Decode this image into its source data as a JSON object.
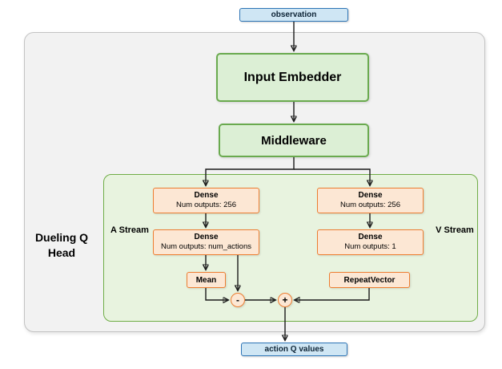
{
  "colors": {
    "blue_fill": "#cfe6f4",
    "blue_border": "#2e75b6",
    "green_fill": "#dcefd5",
    "green_border": "#6aaa4f",
    "head_fill": "#e8f3df",
    "head_border": "#70ad47",
    "orange_fill": "#fce7d4",
    "orange_border": "#ed7d31",
    "container_fill": "#f2f2f2",
    "container_border": "#c3c3c3",
    "arrow_color": "#1a1a1a"
  },
  "nodes": {
    "observation": {
      "label": "observation"
    },
    "input_embedder": {
      "label": "Input Embedder"
    },
    "middleware": {
      "label": "Middleware"
    },
    "head": {
      "title": "Dueling Q Head",
      "a_stream": "A Stream",
      "v_stream": "V Stream",
      "dense_a1": {
        "title": "Dense",
        "subtitle": "Num outputs: 256"
      },
      "dense_a2": {
        "title": "Dense",
        "subtitle": "Num outputs: num_actions"
      },
      "dense_v1": {
        "title": "Dense",
        "subtitle": "Num outputs: 256"
      },
      "dense_v2": {
        "title": "Dense",
        "subtitle": "Num outputs: 1"
      },
      "mean": {
        "label": "Mean"
      },
      "repeat_vector": {
        "label": "RepeatVector"
      },
      "minus": {
        "label": "-"
      },
      "plus": {
        "label": "+"
      }
    },
    "action_q_values": {
      "label": "action Q values"
    }
  }
}
